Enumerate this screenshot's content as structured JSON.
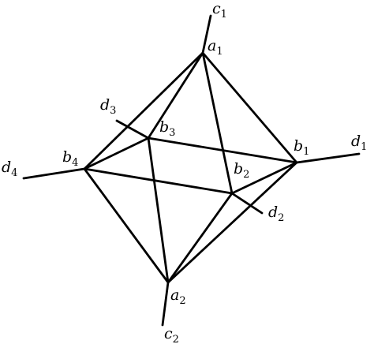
{
  "labels": {
    "a1": {
      "base": "a",
      "sub": "1"
    },
    "a2": {
      "base": "a",
      "sub": "2"
    },
    "b1": {
      "base": "b",
      "sub": "1"
    },
    "b2": {
      "base": "b",
      "sub": "2"
    },
    "b3": {
      "base": "b",
      "sub": "3"
    },
    "b4": {
      "base": "b",
      "sub": "4"
    },
    "c1": {
      "base": "c",
      "sub": "1"
    },
    "c2": {
      "base": "c",
      "sub": "2"
    },
    "d1": {
      "base": "d",
      "sub": "1"
    },
    "d2": {
      "base": "d",
      "sub": "2"
    },
    "d3": {
      "base": "d",
      "sub": "3"
    },
    "d4": {
      "base": "d",
      "sub": "4"
    }
  },
  "colors": {
    "stroke": "#000000",
    "background": "#ffffff"
  }
}
